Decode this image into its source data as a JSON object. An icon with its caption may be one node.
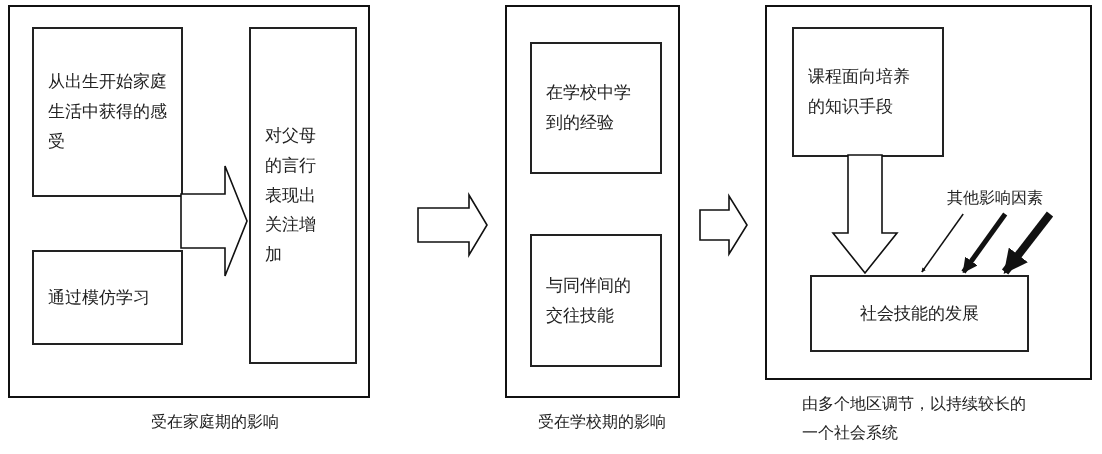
{
  "diagram": {
    "nodes": [
      {
        "text": [
          "受在家庭期的影响"
        ]
      },
      {
        "text": [
          "从出生开始家庭生活中获得的感受"
        ],
        "in": 0
      },
      {
        "text": [
          "通过模仿学习"
        ],
        "in": 0
      },
      {
        "text": [
          "对父母的言行表现出关注增加"
        ],
        "in": 0
      },
      {
        "text": [
          "受在学校期的影响"
        ]
      },
      {
        "text": [
          "在学校中学到的经验"
        ],
        "in": 4
      },
      {
        "text": [
          "与同伴间的交往技能"
        ],
        "in": 4
      },
      {
        "text": [
          "由多个地区调节，以持续较长的一个社会系统"
        ]
      },
      {
        "text": [
          "课程面向培养的知识手段"
        ],
        "in": 7
      },
      {
        "text": [
          "社会技能的发展"
        ],
        "in": 7
      },
      {
        "text": [
          "其他影响因素"
        ],
        "in": 7
      }
    ],
    "edges": [
      {
        "from": 1,
        "to": 3,
        "arrow": "to"
      },
      {
        "from": 2,
        "to": 3,
        "arrow": "to"
      },
      {
        "from": 0,
        "to": 4,
        "arrow": "to"
      },
      {
        "from": 4,
        "to": 7,
        "arrow": "to"
      },
      {
        "from": 8,
        "to": 9,
        "arrow": "to"
      },
      {
        "from": 10,
        "to": 9,
        "arrow": "to"
      },
      {
        "from": 10,
        "to": 9,
        "arrow": "to"
      },
      {
        "from": 10,
        "to": 9,
        "arrow": "to"
      }
    ]
  }
}
